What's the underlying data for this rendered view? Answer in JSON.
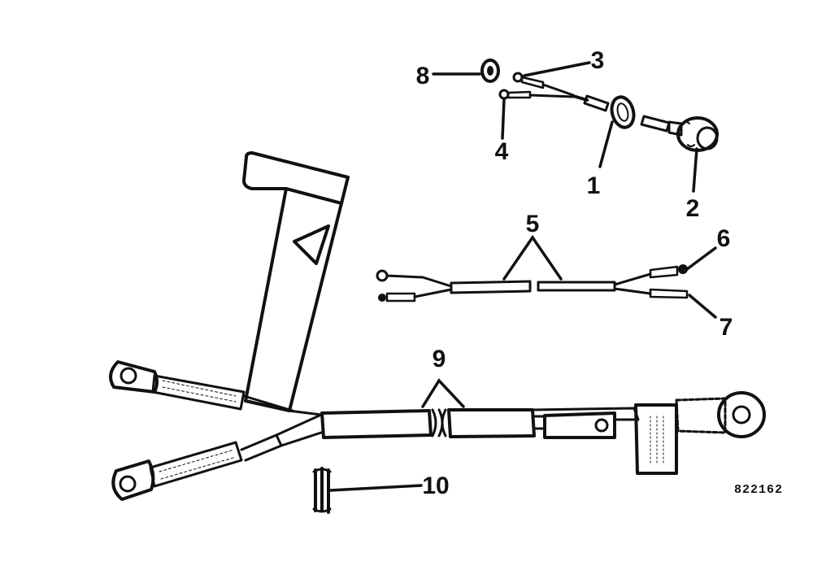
{
  "diagram": {
    "callouts": [
      {
        "id": "1",
        "label": "1"
      },
      {
        "id": "2",
        "label": "2"
      },
      {
        "id": "3",
        "label": "3"
      },
      {
        "id": "4",
        "label": "4"
      },
      {
        "id": "5",
        "label": "5"
      },
      {
        "id": "6",
        "label": "6"
      },
      {
        "id": "7",
        "label": "7"
      },
      {
        "id": "8",
        "label": "8"
      },
      {
        "id": "9",
        "label": "9"
      },
      {
        "id": "10",
        "label": "10"
      }
    ],
    "part_number": "822162"
  }
}
